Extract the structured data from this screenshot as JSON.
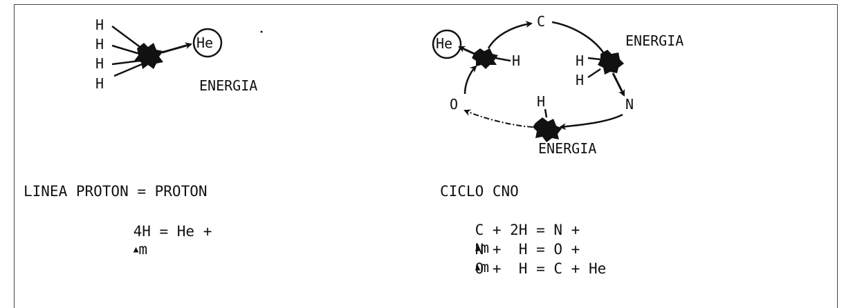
{
  "left_diagram": {
    "inputs": [
      "H",
      "H",
      "H",
      "H"
    ],
    "product": "He",
    "energy_label": "ENERGIA",
    "title": "LINEA PROTON = PROTON",
    "equation": {
      "lhs": "4H = He +",
      "delta": "▲",
      "rhs": "m"
    }
  },
  "right_diagram": {
    "nodes": {
      "carbon": "C",
      "nitrogen": "N",
      "oxygen": "O",
      "helium": "He"
    },
    "hydrogen_labels": {
      "h_top_left": "H",
      "h_right_1": "H",
      "h_right_2": "H",
      "h_bottom": "H"
    },
    "energy_labels": {
      "top_right": "ENERGIA",
      "bottom": "ENERGIA"
    },
    "title": "CICLO CNO",
    "equations": [
      {
        "lhs": "C + 2H = N +",
        "delta": "▲",
        "rhs": "m"
      },
      {
        "lhs": "N +  H = O +",
        "delta": "▲",
        "rhs": "m"
      },
      {
        "lhs": "O +  H = C + He",
        "delta": "",
        "rhs": ""
      }
    ]
  }
}
